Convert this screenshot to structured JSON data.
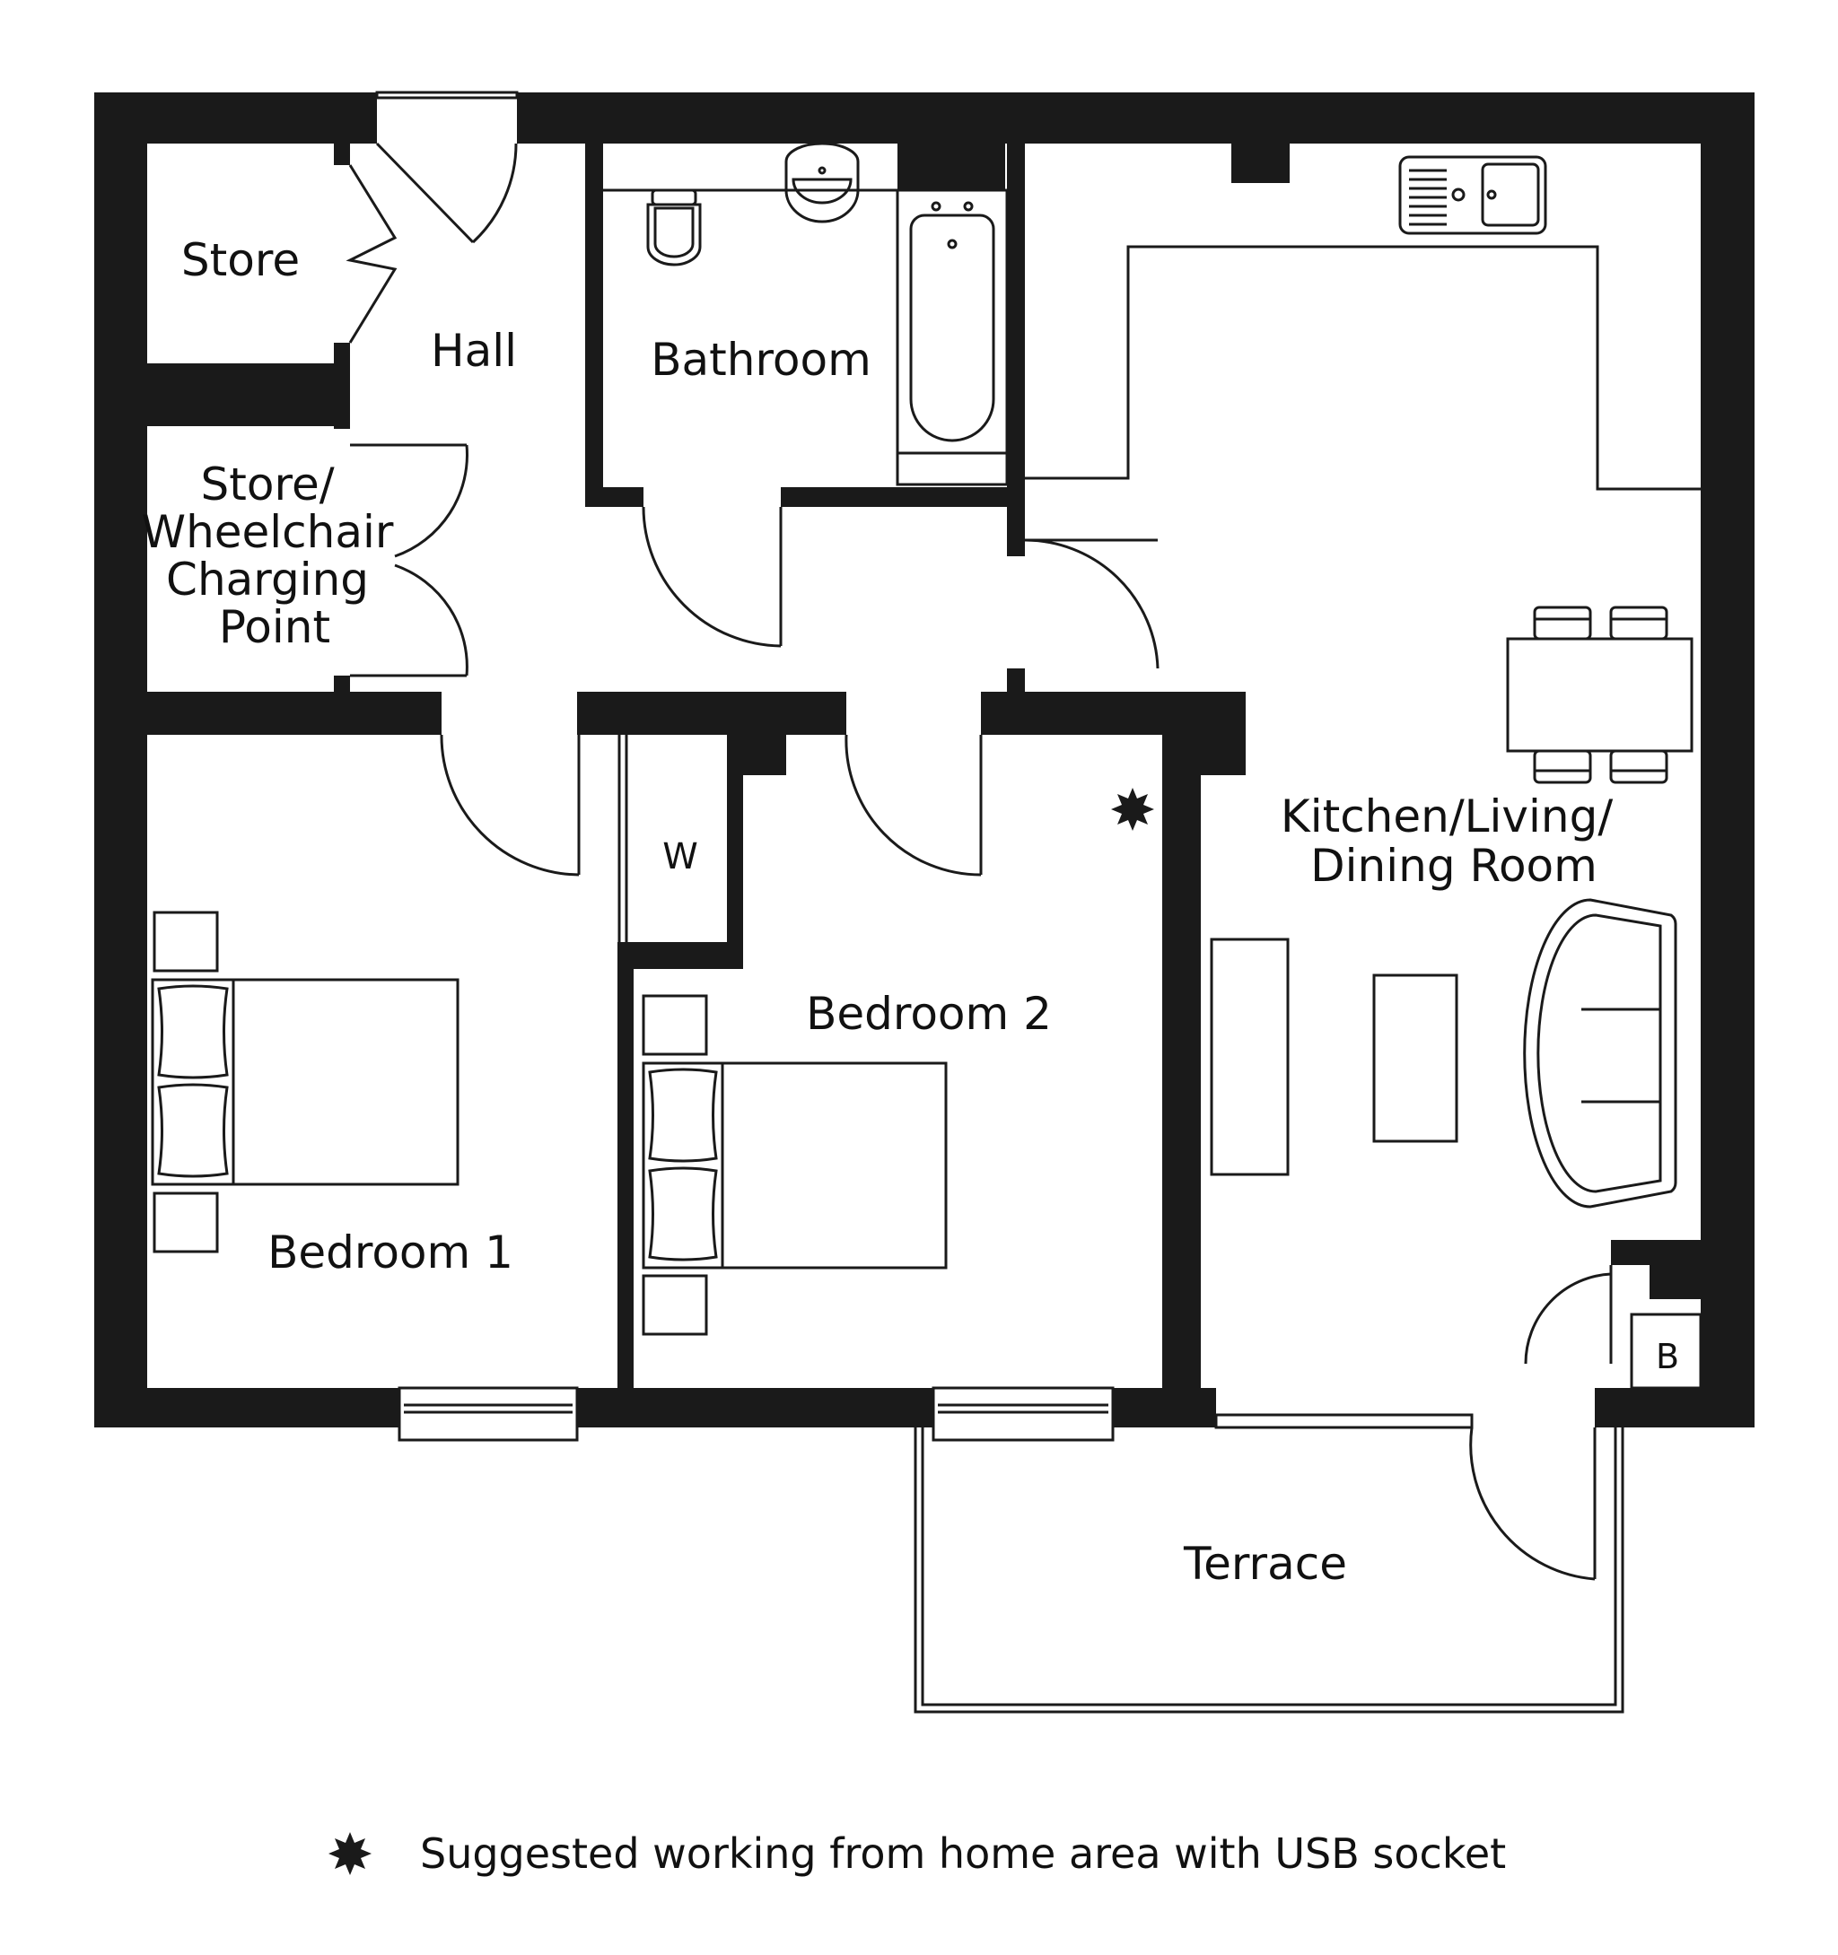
{
  "rooms": {
    "store": "Store",
    "hall": "Hall",
    "bathroom": "Bathroom",
    "store_wheelchair": [
      "Store/",
      "Wheelchair",
      "Charging",
      "Point"
    ],
    "kitchen": [
      "Kitchen/Living/",
      "Dining Room"
    ],
    "bedroom1": "Bedroom 1",
    "bedroom2": "Bedroom 2",
    "terrace": "Terrace",
    "wardrobe": "W",
    "boiler": "B"
  },
  "legend": {
    "text": "Suggested working from home area with USB socket",
    "symbol": "star-burst-icon"
  },
  "colors": {
    "wall": "#1a1a1a",
    "line": "#1a1a1a",
    "background": "#ffffff"
  }
}
